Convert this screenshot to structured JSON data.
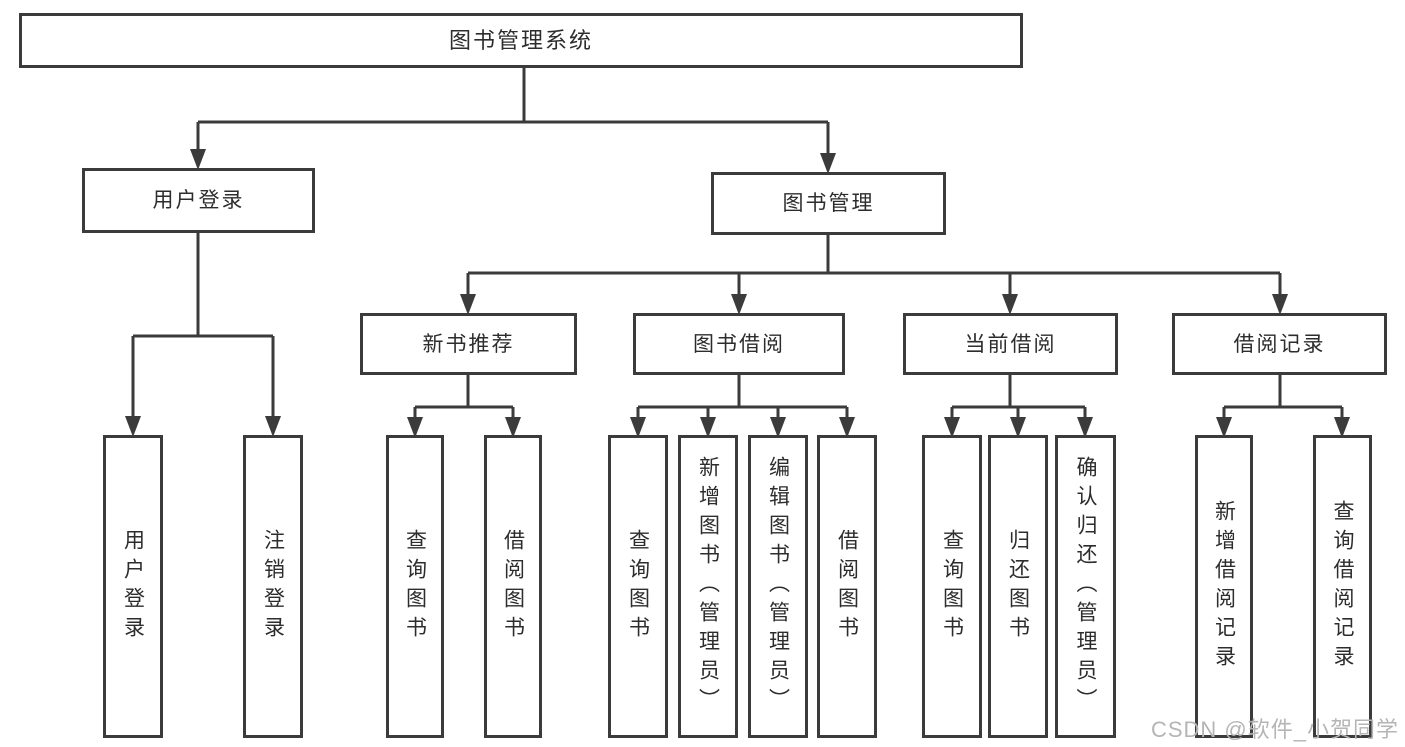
{
  "tree": {
    "root": {
      "label": "图书管理系统"
    },
    "branches": [
      {
        "label": "用户登录",
        "children": [
          {
            "label": "用户登录"
          },
          {
            "label": "注销登录"
          }
        ]
      },
      {
        "label": "图书管理",
        "children": [
          {
            "label": "新书推荐",
            "children": [
              {
                "label": "查询图书"
              },
              {
                "label": "借阅图书"
              }
            ]
          },
          {
            "label": "图书借阅",
            "children": [
              {
                "label": "查询图书"
              },
              {
                "label": "新增图书（管理员）"
              },
              {
                "label": "编辑图书（管理员）"
              },
              {
                "label": "借阅图书"
              }
            ]
          },
          {
            "label": "当前借阅",
            "children": [
              {
                "label": "查询图书"
              },
              {
                "label": "归还图书"
              },
              {
                "label": "确认归还（管理员）"
              }
            ]
          },
          {
            "label": "借阅记录",
            "children": [
              {
                "label": "新增借阅记录"
              },
              {
                "label": "查询借阅记录"
              }
            ]
          }
        ]
      }
    ]
  },
  "watermark": {
    "text": "CSDN @软件_小贺同学"
  },
  "colors": {
    "line": "#3b3b3b",
    "text": "#2d2d2d",
    "background": "#ffffff",
    "watermark": "#b5b5b5"
  }
}
